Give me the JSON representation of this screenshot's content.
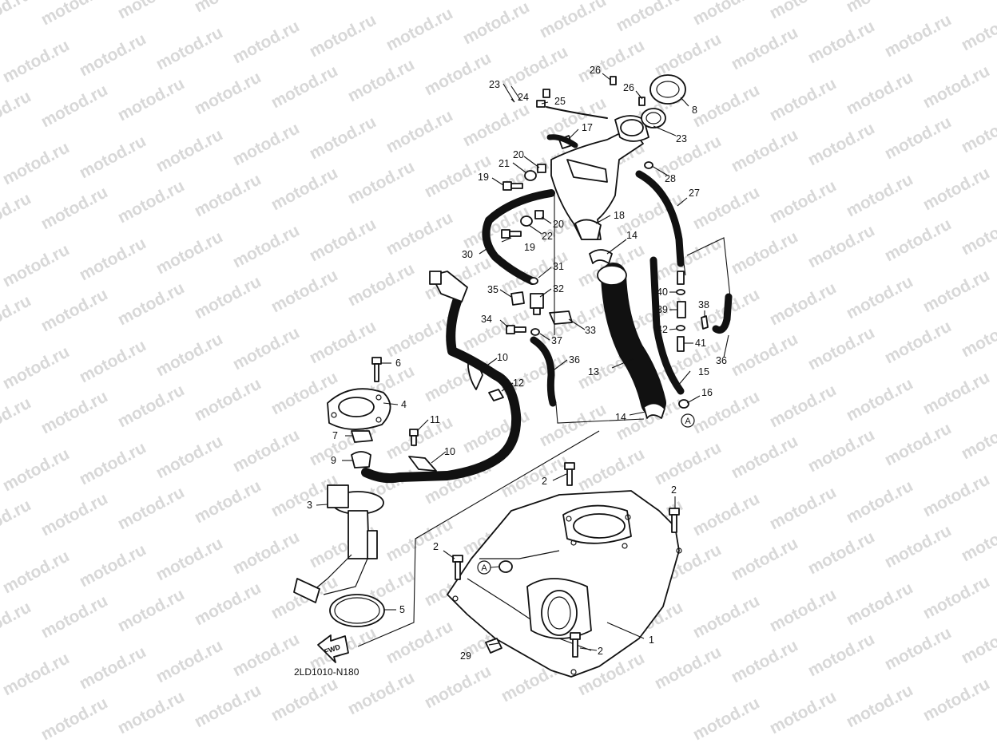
{
  "watermark": {
    "text": "motod.ru",
    "color": "#d8d8d8"
  },
  "diagram_code": "2LD1010-N180",
  "fwd_label": "FWD",
  "ref_marker": "A",
  "callouts": {
    "c1": "1",
    "c2a": "2",
    "c2b": "2",
    "c2c": "2",
    "c2d": "2",
    "c3": "3",
    "c4": "4",
    "c5": "5",
    "c6": "6",
    "c7": "7",
    "c8": "8",
    "c9": "9",
    "c10a": "10",
    "c10b": "10",
    "c11": "11",
    "c12": "12",
    "c13": "13",
    "c14a": "14",
    "c14b": "14",
    "c15": "15",
    "c16": "16",
    "c17": "17",
    "c18": "18",
    "c19a": "19",
    "c19b": "19",
    "c20a": "20",
    "c20b": "20",
    "c21": "21",
    "c22": "22",
    "c23a": "23",
    "c23b": "23",
    "c24": "24",
    "c25": "25",
    "c26a": "26",
    "c26b": "26",
    "c27": "27",
    "c28": "28",
    "c29": "29",
    "c30": "30",
    "c31": "31",
    "c32": "32",
    "c33": "33",
    "c34": "34",
    "c35": "35",
    "c36a": "36",
    "c36b": "36",
    "c37": "37",
    "c38": "38",
    "c39": "39",
    "c40": "40",
    "c41": "41",
    "c42": "42"
  }
}
